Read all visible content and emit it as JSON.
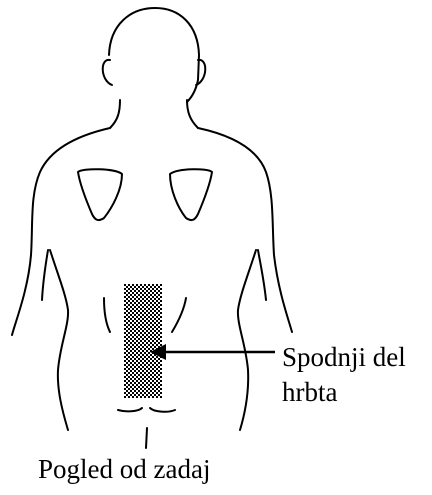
{
  "figure": {
    "region_label_line1": "Spodnji del",
    "region_label_line2": "hrbta",
    "caption": "Pogled od zadaj"
  }
}
